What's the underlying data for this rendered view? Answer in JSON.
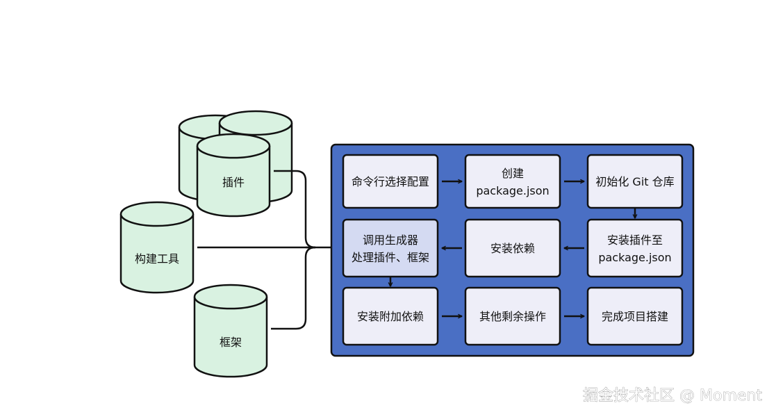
{
  "cylinders": {
    "plugin": "插件",
    "build_tool": "构建工具",
    "framework": "框架"
  },
  "steps": {
    "cli_select": "命令行选择配置",
    "create_pkg_line1": "创建",
    "create_pkg_line2": "package.json",
    "init_git": "初始化 Git 仓库",
    "call_generator_line1": "调用生成器",
    "call_generator_line2": "处理插件、框架",
    "install_deps": "安装依赖",
    "install_plugins_line1": "安装插件至",
    "install_plugins_line2": "package.json",
    "install_extra": "安装附加依赖",
    "other_ops": "其他剩余操作",
    "complete": "完成项目搭建"
  },
  "watermark": "掘金技术社区 @ Moment",
  "colors": {
    "panel": "#4a6fc4",
    "step_box": "#eeeef8",
    "step_box_highlight": "#d4daf2",
    "cylinder": "#d9f2e1",
    "stroke": "#111111"
  }
}
